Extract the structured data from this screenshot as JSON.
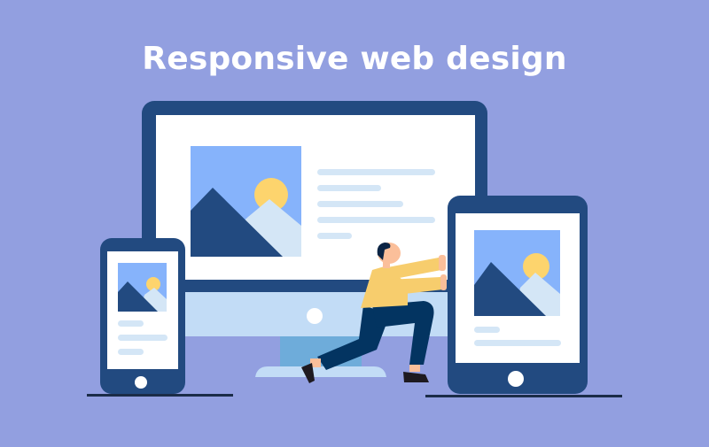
{
  "header": {
    "title": "Responsive web design"
  },
  "colors": {
    "background": "#929fe0",
    "device_frame": "#224a80",
    "screen": "#ffffff",
    "sky": "#86b3fb",
    "mountain_dark": "#224a80",
    "mountain_light": "#d4e6f6",
    "sun": "#fdd46d",
    "text_line": "#d4e6f6",
    "monitor_chin": "#c2dcf6",
    "monitor_stand": "#6eacda",
    "shirt": "#f7cd6d",
    "pants": "#033461",
    "skin": "#fbbf9a",
    "hair": "#0b2444",
    "shoes": "#1e1a20",
    "floor_line": "#1b2c48"
  },
  "devices": [
    {
      "name": "Desktop monitor",
      "text_lines": 5
    },
    {
      "name": "Smartphone",
      "text_lines": 3
    },
    {
      "name": "Tablet",
      "text_lines": 2
    }
  ],
  "figure": {
    "description": "Person pushing tablet toward monitor"
  }
}
